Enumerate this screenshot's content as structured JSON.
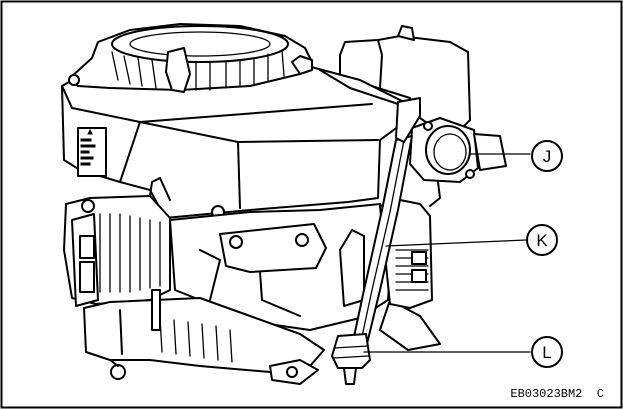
{
  "figure": {
    "callouts": [
      {
        "id": "J",
        "label": "J"
      },
      {
        "id": "K",
        "label": "K"
      },
      {
        "id": "L",
        "label": "L"
      }
    ],
    "code": "EB03023BM2  C"
  },
  "colors": {
    "line": "#000000",
    "background": "#ffffff"
  }
}
